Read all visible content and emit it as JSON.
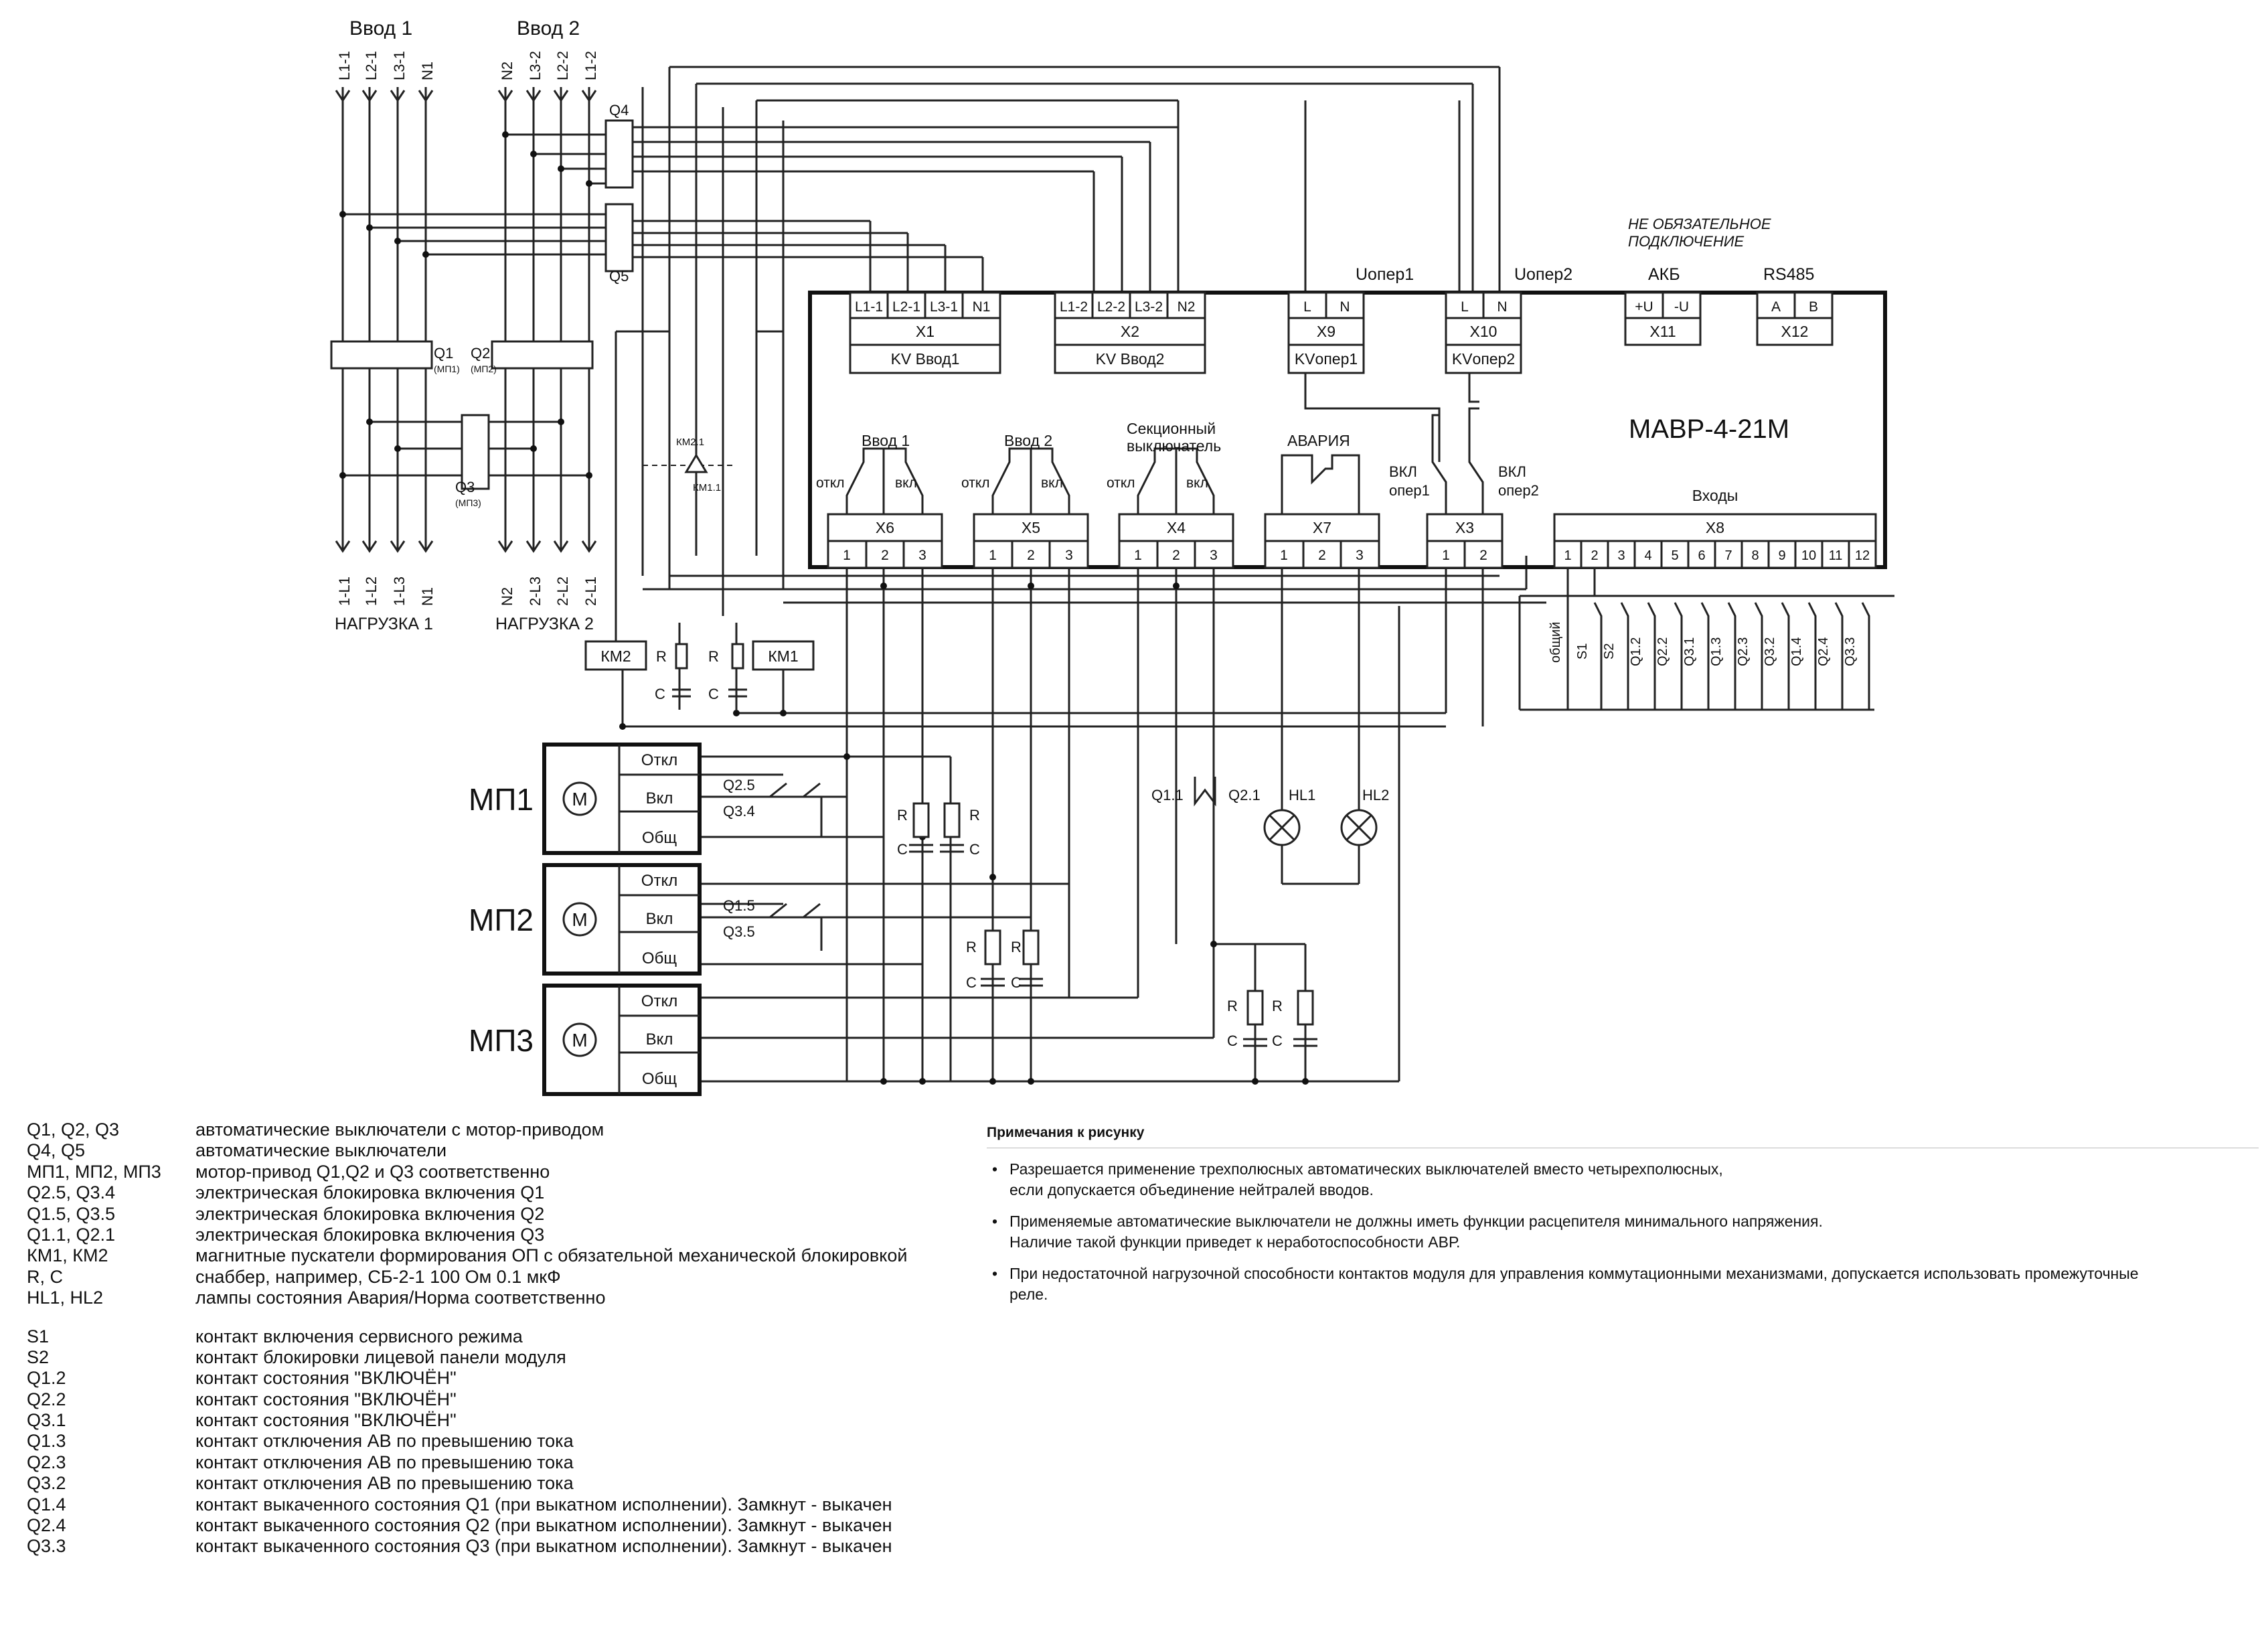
{
  "inputs": {
    "in1": "Ввод 1",
    "in2": "Ввод 2"
  },
  "phases_in1": [
    "L1-1",
    "L2-1",
    "L3-1",
    "N1"
  ],
  "phases_in2": [
    "N2",
    "L3-2",
    "L2-2",
    "L1-2"
  ],
  "loads_1": [
    "1-L1",
    "1-L2",
    "1-L3",
    "N1"
  ],
  "loads_2": [
    "N2",
    "2-L3",
    "2-L2",
    "2-L1"
  ],
  "load_labels": {
    "load1": "НАГРУЗКА 1",
    "load2": "НАГРУЗКА 2"
  },
  "switches": {
    "q4": "Q4",
    "q5": "Q5",
    "q1": "Q1",
    "q1_sub": "(МП1)",
    "q2": "Q2",
    "q2_sub": "(МП2)",
    "q3": "Q3",
    "q3_sub": "(МП3)",
    "km21": "КМ2.1",
    "km11": "КМ1.1"
  },
  "module": {
    "title": "МАВР-4-21М",
    "optional_note": [
      "НЕ ОБЯЗАТЕЛЬНОЕ",
      "ПОДКЛЮЧЕНИЕ"
    ],
    "uoper1": "Uопер1",
    "uoper2": "Uопер2",
    "akb": "АКБ",
    "rs485": "RS485",
    "x1": {
      "pins": [
        "L1-1",
        "L2-1",
        "L3-1",
        "N1"
      ],
      "name": "X1",
      "desc": "KV Ввод1"
    },
    "x2": {
      "pins": [
        "L1-2",
        "L2-2",
        "L3-2",
        "N2"
      ],
      "name": "X2",
      "desc": "KV Ввод2"
    },
    "x9": {
      "pins": [
        "L",
        "N"
      ],
      "name": "X9",
      "desc": "KVопер1"
    },
    "x10": {
      "pins": [
        "L",
        "N"
      ],
      "name": "X10",
      "desc": "KVопер2"
    },
    "x11": {
      "pins": [
        "+U",
        "-U"
      ],
      "name": "X11"
    },
    "x12": {
      "pins": [
        "A",
        "B"
      ],
      "name": "X12"
    },
    "relays": {
      "vvod1": "Ввод 1",
      "vvod2": "Ввод 2",
      "sect": [
        "Секционный",
        "выключатель"
      ],
      "avaria": "АВАРИЯ",
      "otkl": "откл",
      "vkl": "вкл",
      "vkl_oper1": [
        "ВКЛ",
        "опер1"
      ],
      "vkl_oper2": [
        "ВКЛ",
        "опер2"
      ],
      "inputs_title": "Входы"
    },
    "x6": "X6",
    "x5": "X5",
    "x4": "X4",
    "x7": "X7",
    "x3": "X3",
    "x8": "X8",
    "pins3": [
      "1",
      "2",
      "3"
    ],
    "pins2": [
      "1",
      "2"
    ],
    "x8_pins": [
      "1",
      "2",
      "3",
      "4",
      "5",
      "6",
      "7",
      "8",
      "9",
      "10",
      "11",
      "12"
    ],
    "x8_labels": [
      "общий",
      "S1",
      "S2",
      "Q1.2",
      "Q2.2",
      "Q3.1",
      "Q1.3",
      "Q2.3",
      "Q3.2",
      "Q1.4",
      "Q2.4",
      "Q3.3"
    ]
  },
  "snubbers": {
    "km2": "КМ2",
    "km1": "КМ1",
    "r": "R",
    "c": "C"
  },
  "motors": {
    "mp1": "МП1",
    "mp2": "МП2",
    "mp3": "МП3",
    "m": "М",
    "otkl": "Откл",
    "vkl": "Вкл",
    "obsh": "Общ",
    "q25": "Q2.5",
    "q34": "Q3.4",
    "q15": "Q1.5",
    "q35": "Q3.5",
    "q11": "Q1.1",
    "q21": "Q2.1",
    "hl1": "HL1",
    "hl2": "HL2"
  },
  "legend": [
    {
      "code": "Q1, Q2, Q3",
      "desc": "автоматические выключатели с мотор-приводом"
    },
    {
      "code": "Q4, Q5",
      "desc": "автоматические выключатели"
    },
    {
      "code": "МП1, МП2, МП3",
      "desc": "мотор-привод Q1,Q2 и Q3 соответственно"
    },
    {
      "code": "Q2.5, Q3.4",
      "desc": "электрическая блокировка включения Q1"
    },
    {
      "code": "Q1.5, Q3.5",
      "desc": "электрическая блокировка включения Q2"
    },
    {
      "code": "Q1.1, Q2.1",
      "desc": "электрическая блокировка включения Q3"
    },
    {
      "code": "КМ1, КМ2",
      "desc": "магнитные пускатели формирования ОП с обязательной механической блокировкой"
    },
    {
      "code": "R, C",
      "desc": "снаббер, например, СБ-2-1 100 Ом 0.1 мкФ"
    },
    {
      "code": "HL1, HL2",
      "desc": "лампы состояния Авария/Норма соответственно"
    }
  ],
  "legend2": [
    {
      "code": "S1",
      "desc": "контакт включения сервисного режима"
    },
    {
      "code": "S2",
      "desc": "контакт блокировки лицевой панели модуля"
    },
    {
      "code": "Q1.2",
      "desc": "контакт состояния \"ВКЛЮЧЁН\""
    },
    {
      "code": "Q2.2",
      "desc": "контакт состояния \"ВКЛЮЧЁН\""
    },
    {
      "code": "Q3.1",
      "desc": "контакт состояния \"ВКЛЮЧЁН\""
    },
    {
      "code": "Q1.3",
      "desc": "контакт отключения АВ по превышению тока"
    },
    {
      "code": "Q2.3",
      "desc": "контакт отключения АВ по превышению тока"
    },
    {
      "code": "Q3.2",
      "desc": "контакт отключения АВ по превышению тока"
    },
    {
      "code": "Q1.4",
      "desc": "контакт выкаченного состояния Q1 (при выкатном исполнении). Замкнут - выкачен"
    },
    {
      "code": "Q2.4",
      "desc": "контакт выкаченного состояния Q2 (при выкатном исполнении). Замкнут - выкачен"
    },
    {
      "code": "Q3.3",
      "desc": "контакт выкаченного состояния Q3 (при выкатном исполнении). Замкнут - выкачен"
    }
  ],
  "notes": {
    "title": "Примечания к рисунку",
    "items": [
      {
        "l1": "Разрешается применение трехполюсных автоматических выключателей вместо четырехполюсных,",
        "l2": "если допускается объединение нейтралей вводов."
      },
      {
        "l1": "Применяемые автоматические выключатели не должны иметь функции расцепителя минимального напряжения.",
        "l2": "Наличие такой функции приведет к неработоспособности АВР."
      },
      {
        "l1": "При недостаточной нагрузочной способности контактов модуля для управления коммутационными механизмами, допускается использовать промежуточные",
        "l2": "реле."
      }
    ]
  }
}
